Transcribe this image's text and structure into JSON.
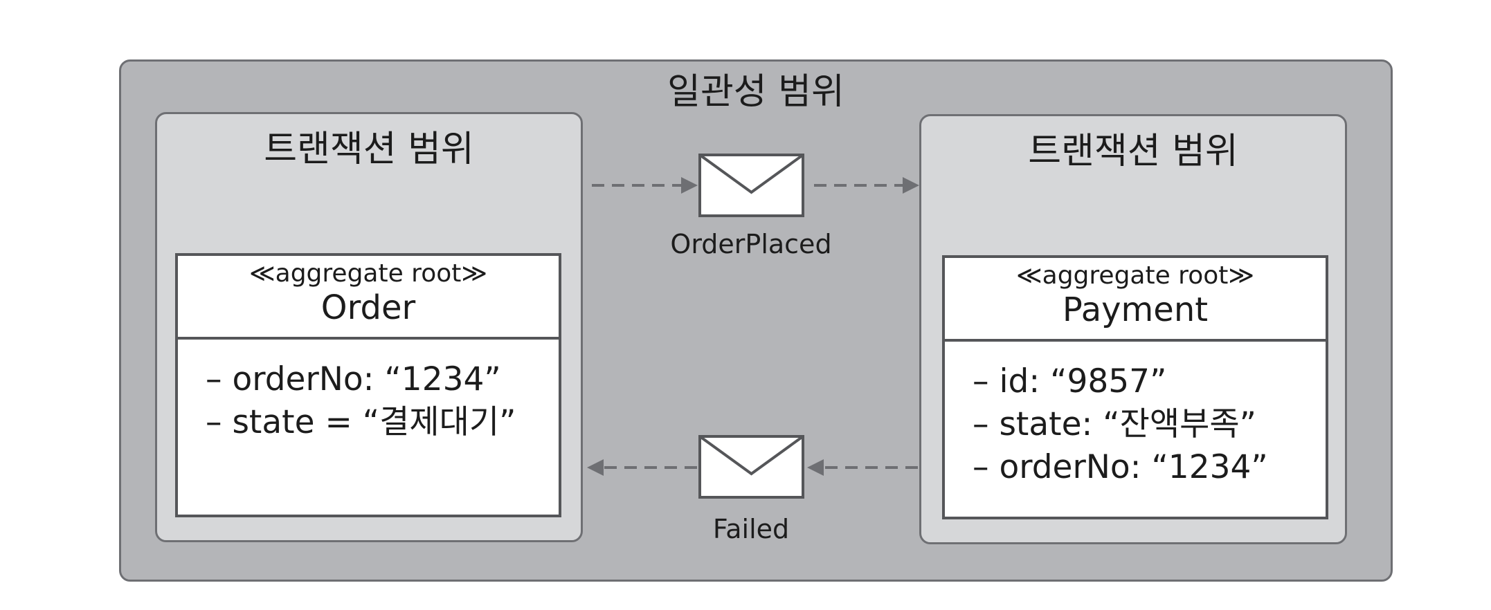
{
  "consistency_scope": {
    "title": "일관성 범위"
  },
  "left_transaction": {
    "title": "트랜잭션 범위",
    "aggregate": {
      "stereotype": "≪aggregate root≫",
      "name": "Order",
      "attributes": [
        "– orderNo: “1234”",
        "– state = “결제대기”"
      ]
    }
  },
  "right_transaction": {
    "title": "트랜잭션 범위",
    "aggregate": {
      "stereotype": "≪aggregate root≫",
      "name": "Payment",
      "attributes": [
        "– id: “9857”",
        "– state: “잔액부족”",
        "– orderNo: “1234”"
      ]
    }
  },
  "events": {
    "top": {
      "label": "OrderPlaced",
      "icon": "envelope-icon",
      "direction": "left-to-right"
    },
    "bottom": {
      "label": "Failed",
      "icon": "envelope-icon",
      "direction": "right-to-left"
    }
  },
  "colors": {
    "outer_fill": "#b4b5b8",
    "transaction_fill": "#d6d7d9",
    "border": "#6e6f73",
    "arrow": "#6e6f73"
  }
}
